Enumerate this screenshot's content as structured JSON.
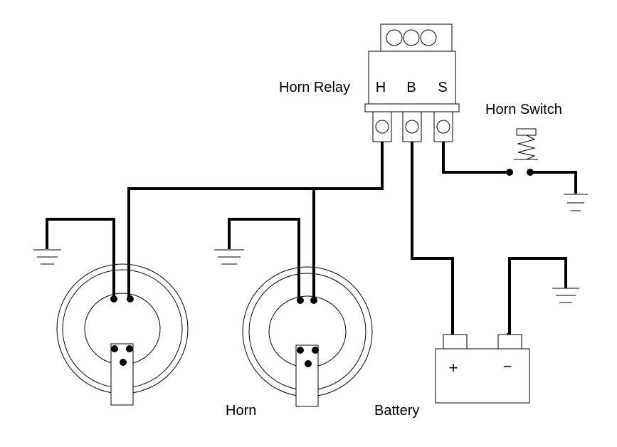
{
  "labels": {
    "horn_relay": "Horn Relay",
    "horn_switch": "Horn Switch",
    "horn": "Horn",
    "battery": "Battery"
  },
  "relay_terminals": [
    "H",
    "B",
    "S"
  ],
  "battery_terminals": {
    "positive": "+",
    "negative": "−"
  }
}
